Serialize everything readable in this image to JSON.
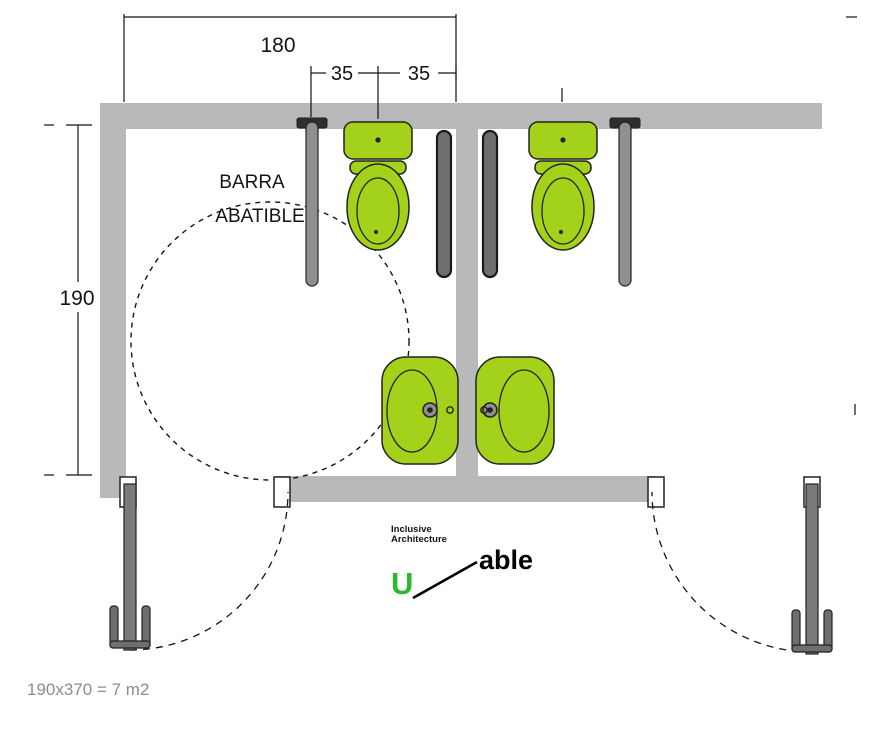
{
  "drawing": {
    "dimensions": {
      "overall_width": "180",
      "left_offset": "35",
      "right_offset": "35",
      "room_depth": "190"
    },
    "annotation": {
      "line1": "BARRA",
      "line2": "ABATIBLE"
    },
    "footer": "190x370 = 7 m2"
  },
  "logo": {
    "line1": "Inclusive",
    "line2": "Architecture",
    "u": "U",
    "able": "able"
  },
  "colors": {
    "wall": "#b9b9b9",
    "fixture": "#a4d119",
    "door": "#7a7a7a",
    "bar": "#8f8f8f",
    "bar_mount": "#2e2e2e",
    "bracket": "#6e6e6e",
    "logo_green": "#2db92d",
    "footer_gray": "#8c8c8c"
  }
}
